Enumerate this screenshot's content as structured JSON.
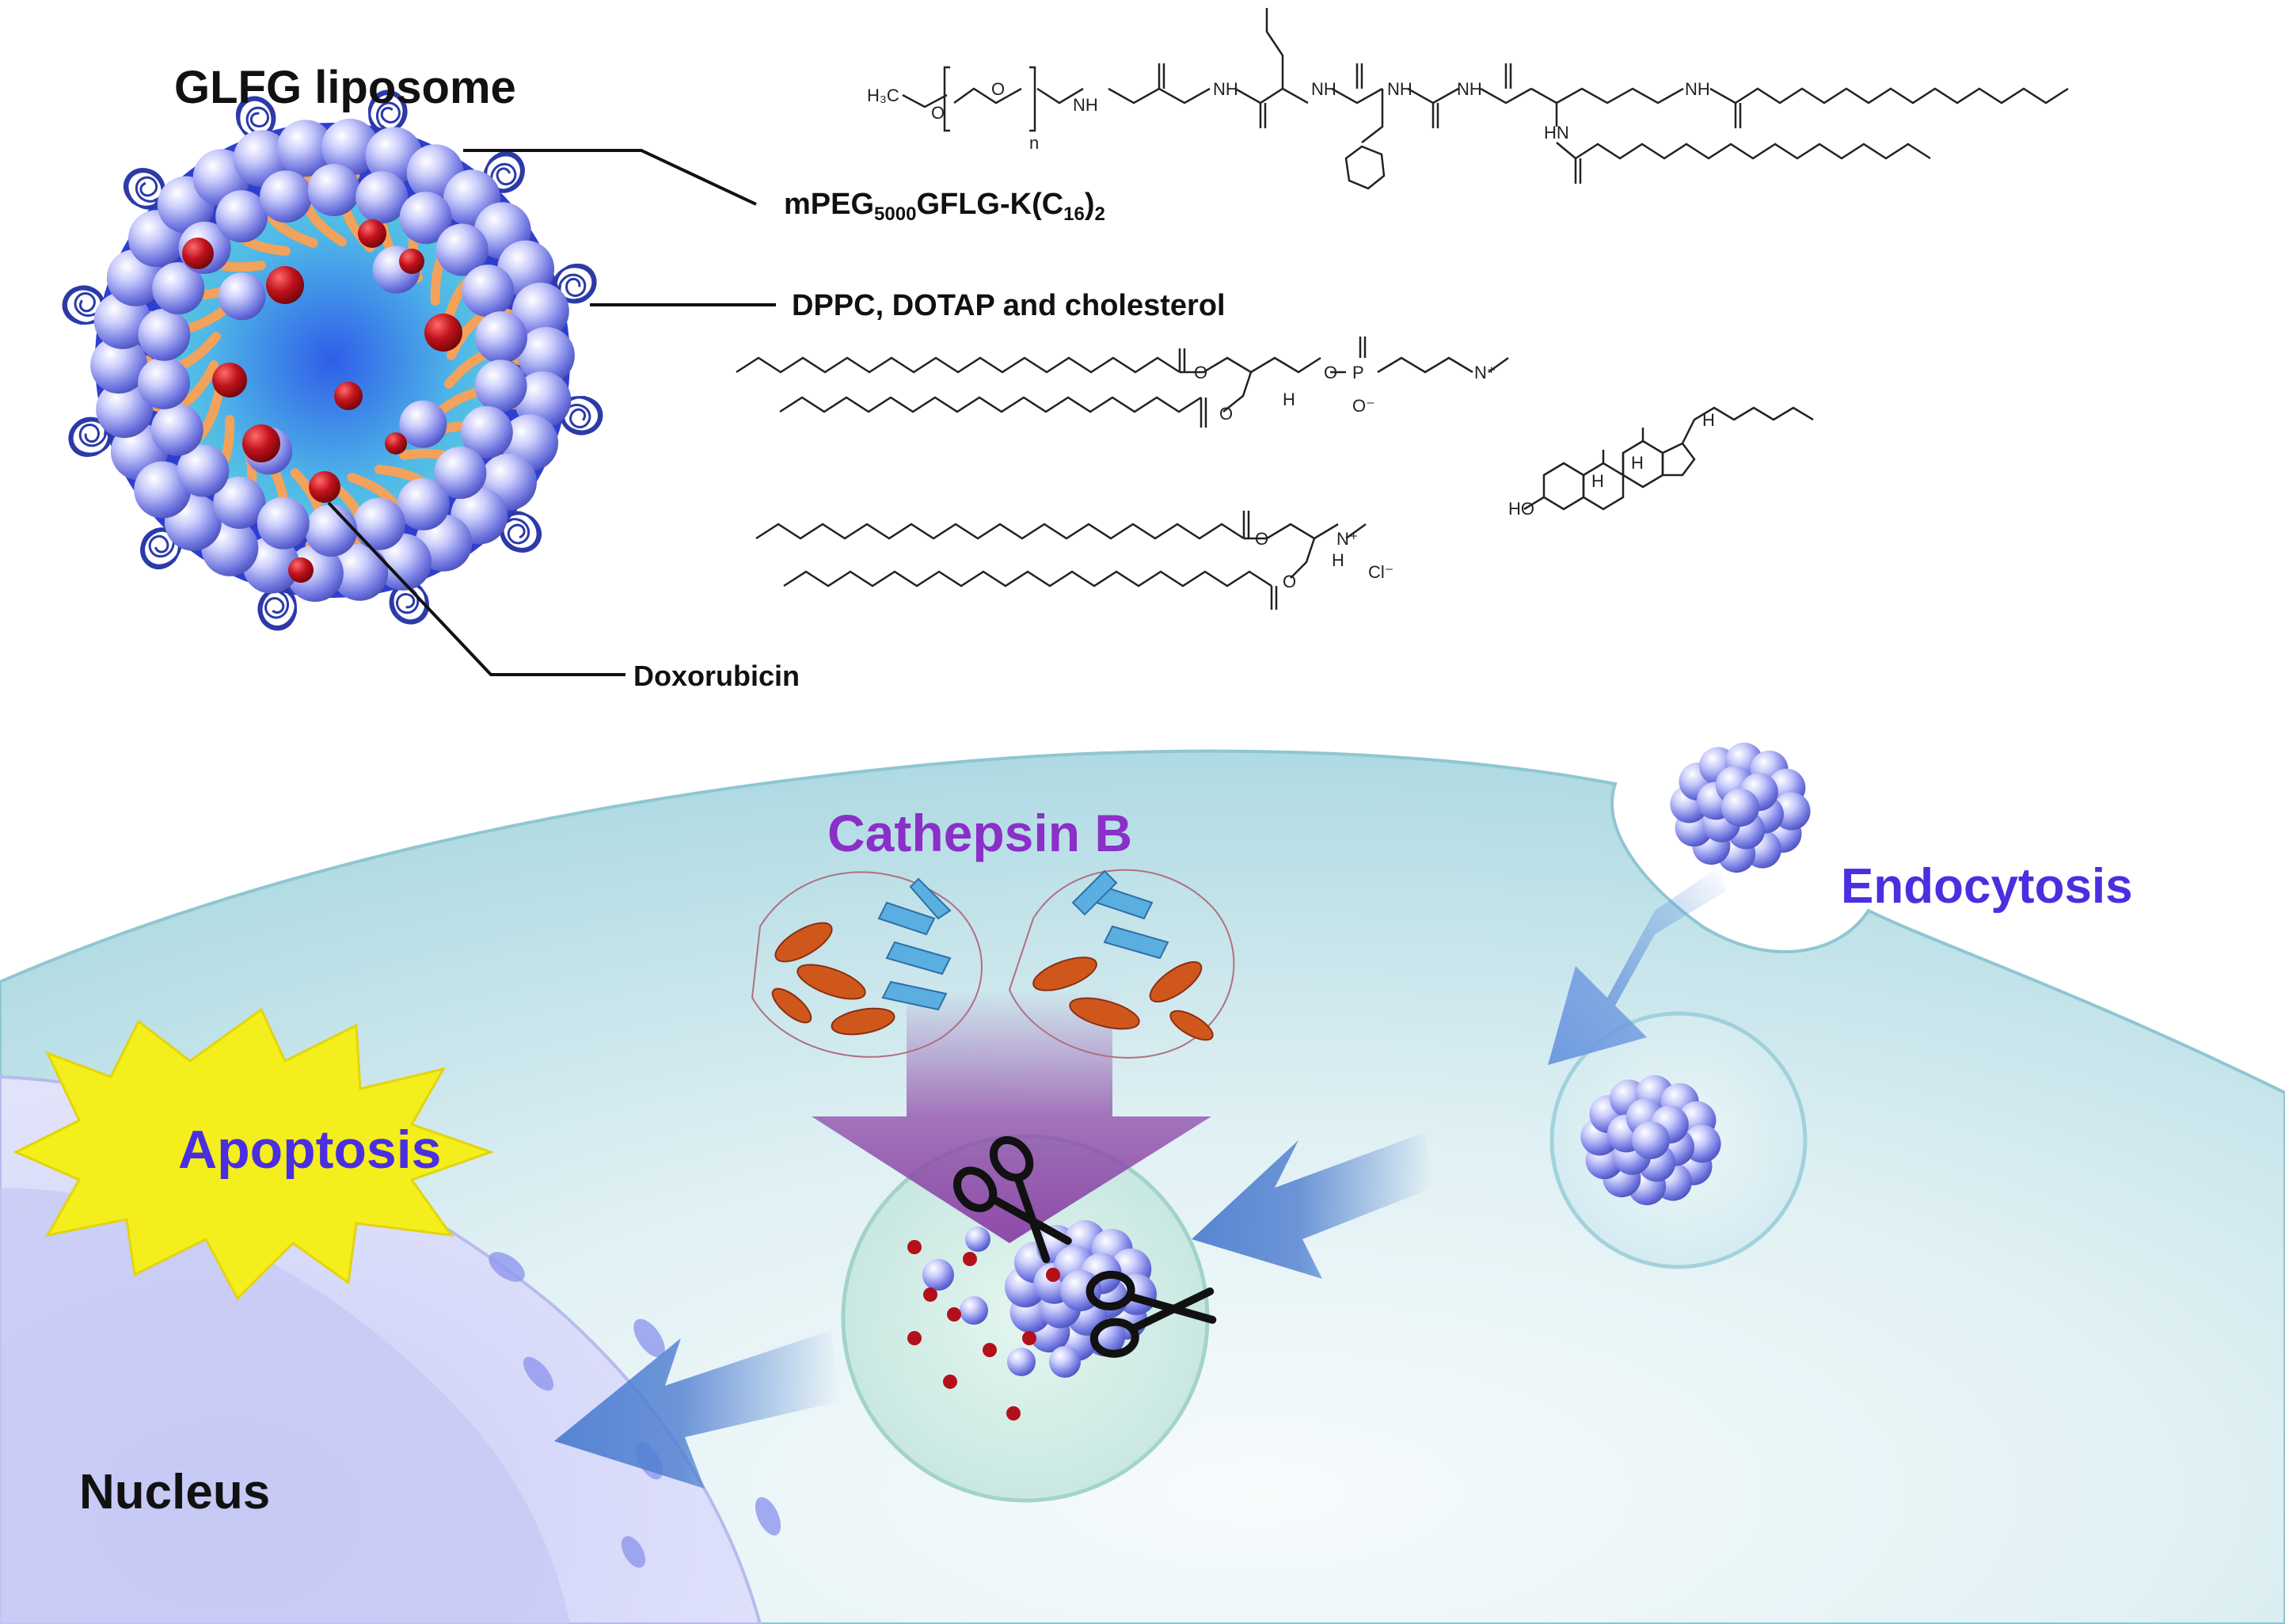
{
  "top": {
    "liposome_title": "GLFG liposome",
    "labels": {
      "mpeg_prefix": "mPEG",
      "mpeg_sub1": "5000",
      "mpeg_mid": "GFLG-K(C",
      "mpeg_sub2": "16",
      "mpeg_close": ")",
      "mpeg_sub3": "2",
      "lipids": "DPPC, DOTAP and cholesterol",
      "drug": "Doxorubicin"
    },
    "chem_text": {
      "h3c": "H₃C",
      "o": "O",
      "n": "n",
      "nh": "NH",
      "h": "H",
      "hn": "HN",
      "p": "P",
      "o_minus": "O⁻",
      "n_plus": "N⁺",
      "cl_minus": "Cl⁻",
      "ho": "HO"
    }
  },
  "bottom": {
    "enzyme": "Cathepsin B",
    "endocytosis": "Endocytosis",
    "apoptosis": "Apoptosis",
    "nucleus": "Nucleus"
  },
  "colors": {
    "cell_fill": "#bfe3ea",
    "cell_edge": "#7fbfcc",
    "enzyme_text": "#8a2fc8",
    "process_text": "#4a2fe0",
    "star_fill": "#f4ee1c",
    "arrow_blue": "#4f7fd0",
    "arrow_purple": "#8e4aa8",
    "drug_red": "#b3101a",
    "sphere_blue": "#7f86ea"
  }
}
